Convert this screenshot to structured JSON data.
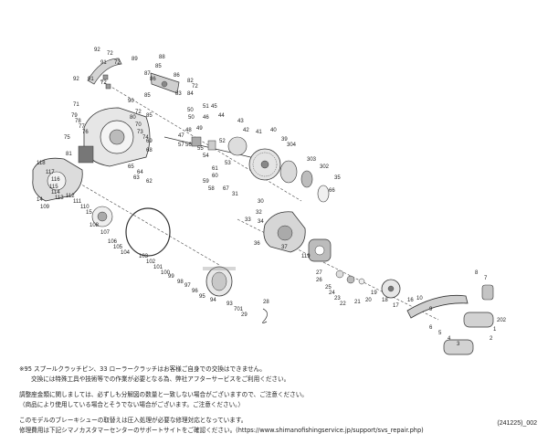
{
  "labels": [
    "92",
    "72",
    "89",
    "91",
    "72",
    "92",
    "91",
    "72",
    "85",
    "88",
    "87",
    "86",
    "82",
    "72",
    "86",
    "84",
    "83",
    "85",
    "90",
    "85",
    "71",
    "79",
    "78",
    "77",
    "76",
    "75",
    "80",
    "72",
    "70",
    "73",
    "74",
    "81",
    "69",
    "68",
    "51",
    "50",
    "50",
    "46",
    "45",
    "44",
    "49",
    "48",
    "47",
    "57",
    "56",
    "55",
    "54",
    "52",
    "53",
    "43",
    "42",
    "41",
    "40",
    "39",
    "304",
    "303",
    "302",
    "35",
    "66",
    "65",
    "64",
    "63",
    "62",
    "61",
    "60",
    "59",
    "58",
    "67",
    "31",
    "30",
    "32",
    "33",
    "34",
    "36",
    "37",
    "119",
    "118",
    "117",
    "116",
    "115",
    "114",
    "113",
    "112",
    "111",
    "110",
    "15",
    "14",
    "109",
    "108",
    "107",
    "106",
    "105",
    "104",
    "103",
    "102",
    "101",
    "100",
    "99",
    "98",
    "97",
    "96",
    "95",
    "94",
    "93",
    "701",
    "29",
    "28",
    "27",
    "26",
    "25",
    "24",
    "23",
    "22",
    "21",
    "20",
    "19",
    "18",
    "17",
    "16",
    "10",
    "9",
    "8",
    "7",
    "6",
    "5",
    "4",
    "3",
    "2",
    "1",
    "202"
  ],
  "notes": [
    "※95 スプールクラッチピン、33 ローラークラッチはお客様ご自身での交換はできません。",
    "交換には特殊工具や技術等での作業が必要となる為、弊社アフターサービスをご利用ください。",
    "調整座金類に関しましては、必ずしも分解図の数量と一致しない場合がございますので、ご注意ください。",
    "（商品により使用している場合とそうでない場合がございます。ご注意ください。）",
    "このモデルのブレーキシューの取替えは圧入処理が必要な修理対応となっています。",
    "修理費用は下記シマノカスタマーセンターのサポートサイトをご確認ください。(https://www.shimanofishingservice.jp/support/svs_repair.php)"
  ],
  "code": "(241225)_002"
}
